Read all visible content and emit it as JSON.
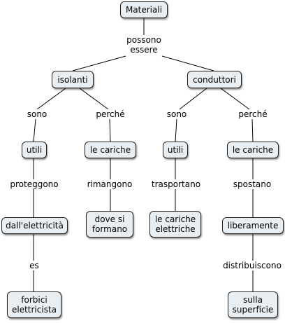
{
  "nodes": {
    "materiali": "Materiali",
    "isolanti": "isolanti",
    "conduttori": "conduttori",
    "utili_a": "utili",
    "le_cariche_a": "le cariche",
    "utili_b": "utili",
    "le_cariche_b": "le cariche",
    "dall_elettricita": "dall'elettricità",
    "dove_si_formano": "dove si formano",
    "le_cariche_elettriche": "le cariche elettriche",
    "liberamente": "liberamente",
    "forbici_elettricista": "forbici elettricista",
    "sulla_superficie": "sulla superficie"
  },
  "links": {
    "possono_essere": "possono essere",
    "sono_a": "sono",
    "perche_a": "perché",
    "sono_b": "sono",
    "perche_b": "perché",
    "proteggono": "proteggono",
    "rimangono": "rimangono",
    "trasportano": "trasportano",
    "spostano": "spostano",
    "es": "es",
    "distribuiscono": "distribuiscono"
  }
}
